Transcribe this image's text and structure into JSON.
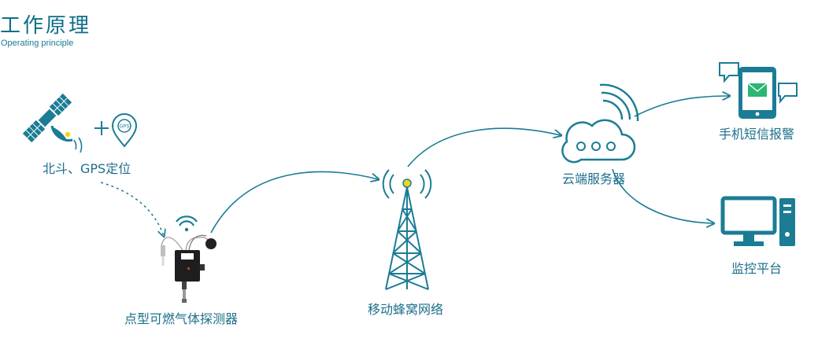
{
  "header": {
    "title": "工作原理",
    "subtitle": "Operating principle"
  },
  "nodes": {
    "satellite_label": "北斗、GPS定位",
    "gps_badge": "GPS",
    "detector_label": "点型可燃气体探测器",
    "tower_label": "移动蜂窝网络",
    "cloud_label": "云端服务器",
    "phone_label": "手机短信报警",
    "monitor_label": "监控平台"
  },
  "colors": {
    "primary": "#1b7c95",
    "text": "#1c6f8b",
    "envelope": "#2bb673",
    "tower_light": "#f2d31b"
  }
}
